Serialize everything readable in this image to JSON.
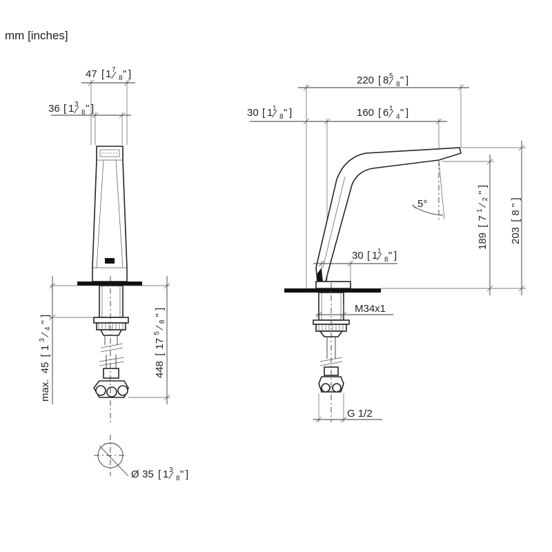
{
  "units_label": "mm [inches]",
  "front_view": {
    "width_top": {
      "mm": "47",
      "in_whole": "1",
      "in_num": "7",
      "in_den": "8",
      "inch_mark": "\""
    },
    "width_body": {
      "mm": "36",
      "in_whole": "1",
      "in_num": "3",
      "in_den": "8",
      "inch_mark": "\""
    },
    "max_deck": {
      "prefix": "max.",
      "mm": "45",
      "in_whole": "1",
      "in_num": "3",
      "in_den": "4",
      "inch_mark": "\""
    },
    "length_below": {
      "mm": "448",
      "in_whole": "17",
      "in_num": "5",
      "in_den": "8",
      "inch_mark": "\""
    },
    "hole_diameter": {
      "symbol": "Ø",
      "mm": "35",
      "in_whole": "1",
      "in_num": "3",
      "in_den": "8",
      "inch_mark": "\""
    }
  },
  "side_view": {
    "overall_reach": {
      "mm": "220",
      "in_whole": "8",
      "in_num": "5",
      "in_den": "8",
      "inch_mark": "\""
    },
    "base_offset": {
      "mm": "30",
      "in_whole": "1",
      "in_num": "1",
      "in_den": "8",
      "inch_mark": "\""
    },
    "spout_reach": {
      "mm": "160",
      "in_whole": "6",
      "in_num": "1",
      "in_den": "4",
      "inch_mark": "\""
    },
    "outlet_height": {
      "mm": "189",
      "in_whole": "7",
      "in_num": "1",
      "in_den": "2",
      "inch_mark": "\""
    },
    "total_height": {
      "mm": "203",
      "in_whole": "8",
      "inch_mark": "\""
    },
    "spout_angle": "5°",
    "base_width": {
      "mm": "30",
      "in_whole": "1",
      "in_num": "1",
      "in_den": "8",
      "inch_mark": "\""
    },
    "thread": "M34x1",
    "connection": "G 1/2"
  }
}
